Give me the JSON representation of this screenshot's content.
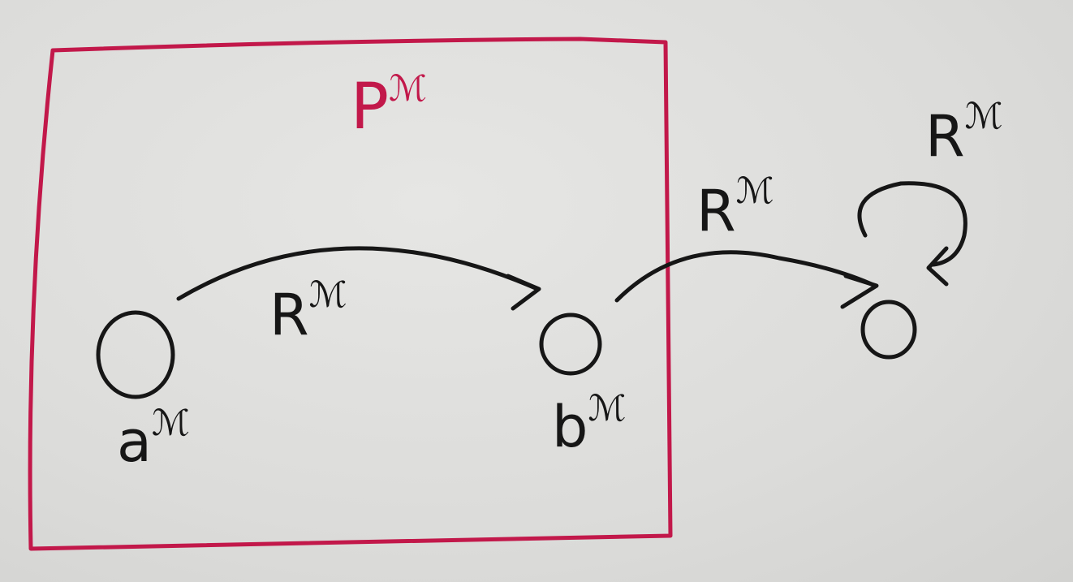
{
  "diagram": {
    "box_label": {
      "base": "P",
      "sup": "ℳ"
    },
    "nodes": [
      {
        "id": "a",
        "label": {
          "base": "a",
          "sup": "ℳ"
        }
      },
      {
        "id": "b",
        "label": {
          "base": "b",
          "sup": "ℳ"
        }
      },
      {
        "id": "c",
        "label": {
          "base": "",
          "sup": ""
        }
      }
    ],
    "edges": [
      {
        "from": "a",
        "to": "b",
        "label": {
          "base": "R",
          "sup": "ℳ"
        }
      },
      {
        "from": "b",
        "to": "c",
        "label": {
          "base": "R",
          "sup": "ℳ"
        }
      },
      {
        "from": "c",
        "to": "c",
        "label": {
          "base": "R",
          "sup": "ℳ"
        }
      }
    ],
    "colors": {
      "ink": "#161616",
      "box": "#c2184a",
      "paper": "#dedede"
    }
  }
}
